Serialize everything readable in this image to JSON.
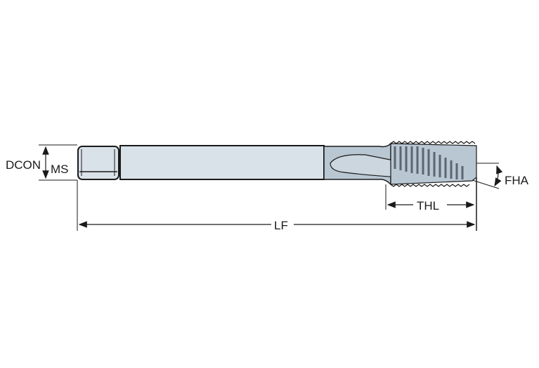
{
  "diagram": {
    "subject": "spiral flute tap",
    "colors": {
      "shank": "#d9e2e9",
      "neck": "#b9c7d3",
      "thread_dark": "#5b6670",
      "outline": "#1a1a1a"
    },
    "labels": {
      "dcon": "DCON",
      "ms": "MS",
      "fha": "FHA",
      "thl": "THL",
      "lf": "LF"
    }
  }
}
